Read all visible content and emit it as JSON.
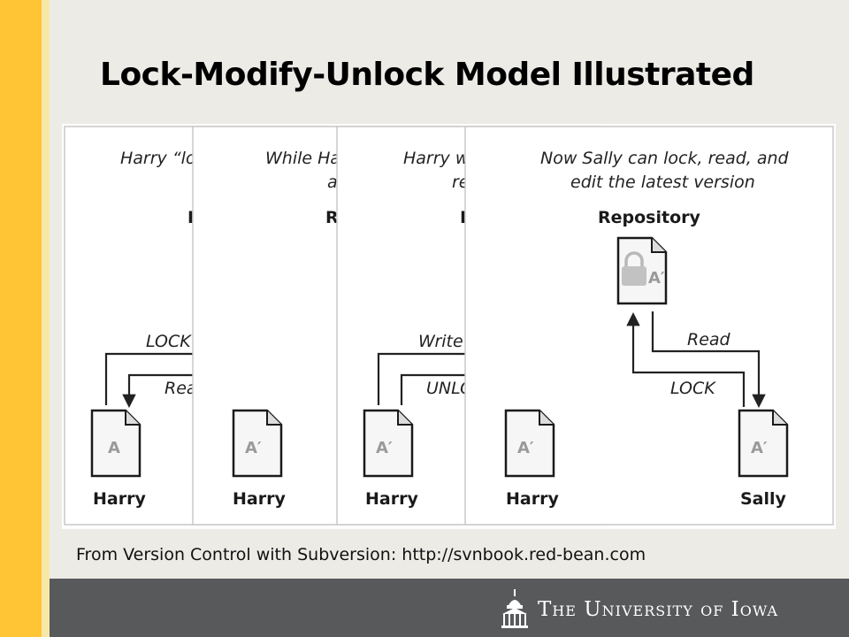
{
  "slide": {
    "title": "Lock-Modify-Unlock Model Illustrated",
    "source": "From Version Control with Subversion: http://svnbook.red-bean.com"
  },
  "figure": {
    "panel1": {
      "caption": "Harry “lo",
      "partial_char": "I",
      "arrow_lock": "LOCK",
      "arrow_read": "Rea",
      "doc_letter": "A",
      "user": "Harry"
    },
    "panel2": {
      "caption_line1": "While Ha",
      "caption_line2": "a",
      "partial_label": "R",
      "doc_letter": "A′",
      "user": "Harry"
    },
    "panel3": {
      "caption_line1": "Harry w",
      "caption_line2": "re",
      "partial_char": "I",
      "arrow_write": "Write",
      "arrow_unlock": "UNLO",
      "doc_letter": "A′",
      "user": "Harry"
    },
    "panel4": {
      "caption_line1": "Now Sally can lock, read, and",
      "caption_line2": "edit the latest version",
      "repository": "Repository",
      "repo_doc_letter": "A′",
      "arrow_read": "Read",
      "arrow_lock": "LOCK",
      "harry_doc_letter": "A′",
      "harry": "Harry",
      "sally_doc_letter": "A′",
      "sally": "Sally"
    }
  },
  "footer": {
    "logo_text": "The University of Iowa",
    "logo_icon": "old-capitol-icon"
  },
  "colors": {
    "stripe": "#ffc535",
    "footer": "#58595b"
  }
}
